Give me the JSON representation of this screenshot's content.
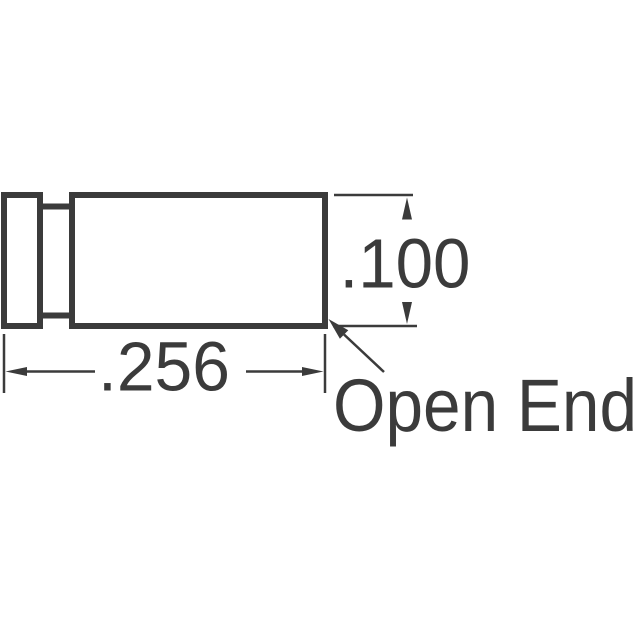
{
  "drawing": {
    "kind": "technical-dimension-diagram",
    "background_color": "#ffffff",
    "line_color": "#3b3b3b",
    "text_color": "#3b3b3b",
    "labels": {
      "length_dimension": ".256",
      "height_dimension": ".100",
      "open_end": "Open End"
    }
  }
}
